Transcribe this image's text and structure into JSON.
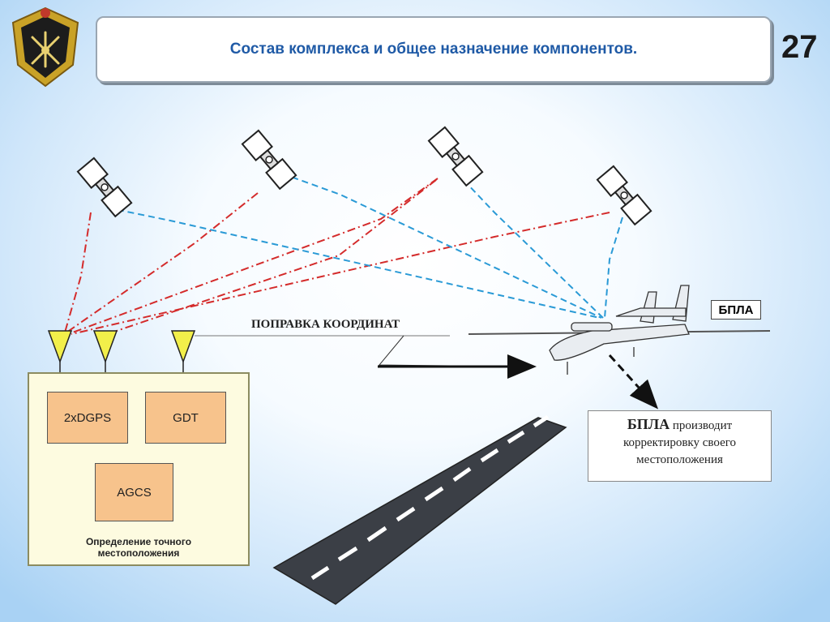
{
  "header": {
    "title": "Состав комплекса и общее назначение компонентов.",
    "page_number": "27"
  },
  "ground_station": {
    "modules": {
      "dgps": "2xDGPS",
      "gdt": "GDT",
      "agcs": "AGCS"
    },
    "caption_line1": "Определение точного",
    "caption_line2": "местоположения"
  },
  "uplink_label": "ПОПРАВКА КООРДИНАТ",
  "uav_label": "БПЛА",
  "result": {
    "line1_lead": "БПЛА",
    "line1_rest": " производит",
    "line2": "корректировку своего",
    "line3": "местоположения"
  },
  "colors": {
    "title_text": "#1f5aa6",
    "red_link": "#d42b2b",
    "blue_link": "#2a9ad6",
    "module_fill": "#f7c38c",
    "station_fill": "#fdfbe0",
    "antenna_fill": "#f2ef4a"
  },
  "icons": [
    "satellite-icon",
    "antenna-icon",
    "uav-icon",
    "runway-icon",
    "emblem-icon"
  ]
}
